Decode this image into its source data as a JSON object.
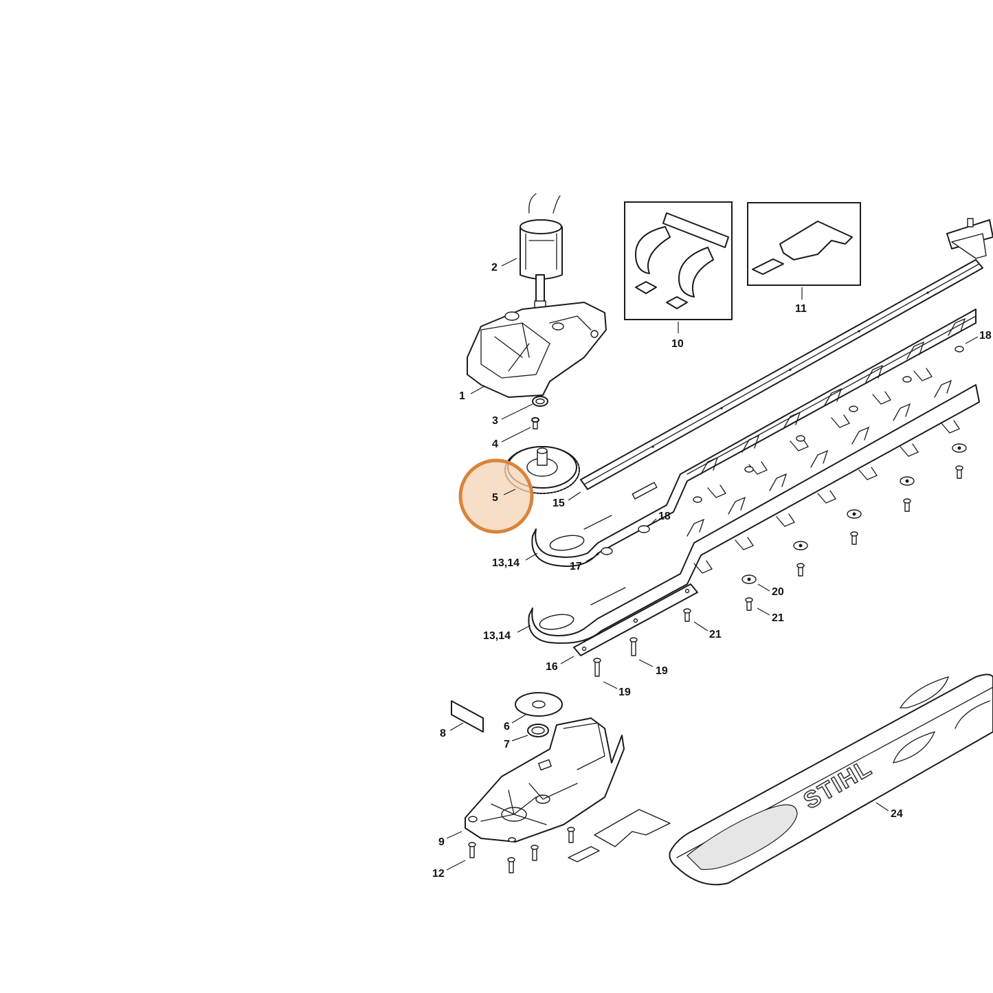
{
  "diagram": {
    "callouts": [
      {
        "id": "2",
        "label": "2"
      },
      {
        "id": "1",
        "label": "1"
      },
      {
        "id": "3",
        "label": "3"
      },
      {
        "id": "4",
        "label": "4"
      },
      {
        "id": "5",
        "label": "5"
      },
      {
        "id": "15",
        "label": "15"
      },
      {
        "id": "13a",
        "label": "13,14"
      },
      {
        "id": "18a",
        "label": "18"
      },
      {
        "id": "17",
        "label": "17"
      },
      {
        "id": "10",
        "label": "10"
      },
      {
        "id": "11",
        "label": "11"
      },
      {
        "id": "18b",
        "label": "18"
      },
      {
        "id": "20",
        "label": "20"
      },
      {
        "id": "21a",
        "label": "21"
      },
      {
        "id": "21b",
        "label": "21"
      },
      {
        "id": "13b",
        "label": "13,14"
      },
      {
        "id": "16",
        "label": "16"
      },
      {
        "id": "19a",
        "label": "19"
      },
      {
        "id": "19b",
        "label": "19"
      },
      {
        "id": "8",
        "label": "8"
      },
      {
        "id": "6",
        "label": "6"
      },
      {
        "id": "7",
        "label": "7"
      },
      {
        "id": "9",
        "label": "9"
      },
      {
        "id": "12",
        "label": "12"
      },
      {
        "id": "24",
        "label": "24"
      }
    ],
    "highlight": {
      "part": "5",
      "color": "#d9843a",
      "fill": "#f3d3b4"
    },
    "logo_text": "STIHL"
  }
}
